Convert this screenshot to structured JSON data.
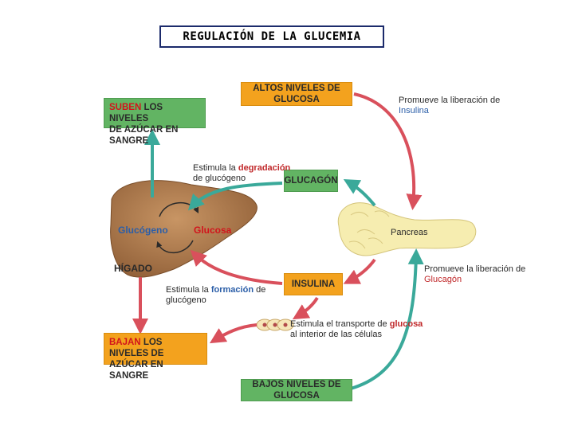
{
  "title": "REGULACIÓN DE LA GLUCEMIA",
  "boxes": {
    "suben": {
      "highlight": "SUBEN",
      "line1_rest": " LOS NIVELES",
      "line2": "DE AZÚCAR EN SANGRE"
    },
    "altos": "ALTOS NIVELES DE GLUCOSA",
    "glucagon": "GLUCAGÓN",
    "insulina": "INSULINA",
    "bajan": {
      "highlight": "BAJAN",
      "line1_rest": " LOS NIVELES DE",
      "line2": "AZÚCAR EN SANGRE"
    },
    "bajos": "BAJOS NIVELES DE GLUCOSA"
  },
  "notes": {
    "promueve_insulina": {
      "line1": "Promueve la liberación de",
      "hormone": "Insulina"
    },
    "promueve_glucagon": {
      "line1": "Promueve la liberación de",
      "hormone": "Glucagón"
    },
    "degradacion": {
      "prefix": "Estimula la ",
      "keyword": "degradación",
      "line2": "de glucógeno"
    },
    "formacion": {
      "prefix": "Estimula la ",
      "keyword": "formación",
      "suffix": " de",
      "line2": "glucógeno"
    },
    "transporte": {
      "prefix": "Estimula el transporte de ",
      "keyword": "glucosa",
      "line2": "al interior de las células"
    }
  },
  "liver": {
    "glucogeno": "Glucógeno",
    "glucosa": "Glucosa",
    "higado": "HÍGADO"
  },
  "pancreas": "Pancreas",
  "colors": {
    "green_box": "#62b463",
    "orange_box": "#f3a21e",
    "teal_arrow": "#3aa99a",
    "red_arrow": "#d9505c",
    "liver": "#b78552",
    "pancreas": "#f6edb0"
  }
}
